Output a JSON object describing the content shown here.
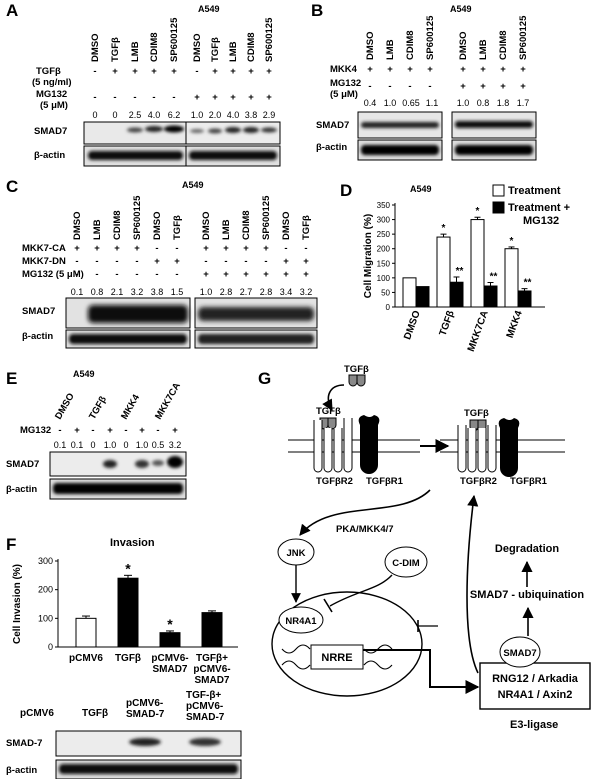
{
  "panel_A": {
    "letter": "A",
    "cell_line": "A549",
    "lanes_left": [
      "DMSO",
      "TGFβ",
      "LMB",
      "CDIM8",
      "SP600125"
    ],
    "lanes_right": [
      "DMSO",
      "TGFβ",
      "LMB",
      "CDIM8",
      "SP600125"
    ],
    "tgfb_label_1": "TGFβ",
    "tgfb_label_2": "(5 ng/ml)",
    "tgfb_signs_left": [
      "-",
      "+",
      "+",
      "+",
      "+"
    ],
    "tgfb_signs_right": [
      "-",
      "+",
      "+",
      "+",
      "+"
    ],
    "mg132_label_1": "MG132",
    "mg132_label_2": "(5 μM)",
    "mg132_signs_left": [
      "-",
      "-",
      "-",
      "-",
      "-"
    ],
    "mg132_signs_right": [
      "+",
      "+",
      "+",
      "+",
      "+"
    ],
    "values_left": [
      "0",
      "0",
      "2.5",
      "4.0",
      "6.2"
    ],
    "values_right": [
      "1.0",
      "2.0",
      "4.0",
      "3.8",
      "2.9"
    ],
    "row_smad7": "SMAD7",
    "row_actin": "β-actin"
  },
  "panel_B": {
    "letter": "B",
    "cell_line": "A549",
    "lanes_left": [
      "DMSO",
      "LMB",
      "CDIM8",
      "SP600125"
    ],
    "lanes_right": [
      "DMSO",
      "LMB",
      "CDIM8",
      "SP600125"
    ],
    "mkk4_label": "MKK4",
    "mkk4_signs_left": [
      "+",
      "+",
      "+",
      "+"
    ],
    "mkk4_signs_right": [
      "+",
      "+",
      "+",
      "+"
    ],
    "mg132_label_1": "MG132",
    "mg132_label_2": "(5 μM)",
    "mg132_signs_left": [
      "-",
      "-",
      "-",
      "-"
    ],
    "mg132_signs_right": [
      "+",
      "+",
      "+",
      "+"
    ],
    "values_left": [
      "0.4",
      "1.0",
      "0.65",
      "1.1"
    ],
    "values_right": [
      "1.0",
      "0.8",
      "1.8",
      "1.7"
    ],
    "row_smad7": "SMAD7",
    "row_actin": "β-actin"
  },
  "panel_C": {
    "letter": "C",
    "cell_line": "A549",
    "lanes_left": [
      "DMSO",
      "LMB",
      "CDIM8",
      "SP600125",
      "DMSO",
      "TGFβ"
    ],
    "lanes_right": [
      "DMSO",
      "LMB",
      "CDIM8",
      "SP600125",
      "DMSO",
      "TGFβ"
    ],
    "mkk7ca_label": "MKK7-CA",
    "mkk7ca_signs_left": [
      "+",
      "+",
      "+",
      "+",
      "-",
      "-"
    ],
    "mkk7ca_signs_right": [
      "+",
      "+",
      "+",
      "+",
      "-",
      "-"
    ],
    "mkk7dn_label": "MKK7-DN",
    "mkk7dn_signs_left": [
      "-",
      "-",
      "-",
      "-",
      "+",
      "+"
    ],
    "mkk7dn_signs_right": [
      "-",
      "-",
      "-",
      "-",
      "+",
      "+"
    ],
    "mg132_label": "MG132 (5 μM)",
    "mg132_signs_left": [
      "-",
      "-",
      "-",
      "-",
      "-",
      "-"
    ],
    "mg132_signs_right": [
      "+",
      "+",
      "+",
      "+",
      "+",
      "+"
    ],
    "values_left": [
      "0.1",
      "0.8",
      "2.1",
      "3.2",
      "3.8",
      "1.5"
    ],
    "values_right": [
      "1.0",
      "2.8",
      "2.7",
      "2.8",
      "3.4",
      "3.2"
    ],
    "row_smad7": "SMAD7",
    "row_actin": "β-actin"
  },
  "panel_D": {
    "letter": "D",
    "title": "A549",
    "legend_treatment": "Treatment",
    "legend_mg132_1": "Treatment +",
    "legend_mg132_2": "MG132",
    "asterisk": "*",
    "double_asterisk": "**"
  },
  "panel_E": {
    "letter": "E",
    "cell_line": "A549",
    "groups": [
      "DMSO",
      "TGFβ",
      "MKK4",
      "MKK7CA"
    ],
    "mg132_label": "MG132",
    "mg132_signs": [
      "-",
      "+",
      "-",
      "+",
      "-",
      "+",
      "-",
      "+"
    ],
    "values": [
      "0.1",
      "0.1",
      "0",
      "1.0",
      "0",
      "1.0",
      "0.5",
      "3.2"
    ],
    "row_smad7": "SMAD7",
    "row_actin": "β-actin"
  },
  "panel_F": {
    "letter": "F",
    "title": "Invasion",
    "lanes_blot": [
      "pCMV6",
      "TGFβ",
      "pCMV6-\nSMAD-7",
      "TGF-β+\npCMV6-\nSMAD-7"
    ],
    "row_smad7": "SMAD-7",
    "row_actin": "β-actin",
    "asterisk": "*"
  },
  "panel_G": {
    "letter": "G",
    "tgfb_ligand": "TGFβ",
    "tgfb_bound_left": "TGFβ",
    "tgfb_bound_right": "TGFβ",
    "receptor_r2": "TGFβR2",
    "receptor_r1": "TGFβR1",
    "receptor_r2_b": "TGFβR2",
    "receptor_r1_b": "TGFβR1",
    "kinase": "PKA/MKK4/7",
    "jnk": "JNK",
    "cdim": "C-DIM",
    "nr4a1": "NR4A1",
    "nrre": "NRRE",
    "e3_line1": "RNG12 / Arkadia",
    "e3_line2": "NR4A1 / Axin2",
    "e3_label": "E3-ligase",
    "smad7": "SMAD7",
    "ubiq": "SMAD7 - ubiquination",
    "degradation": "Degradation"
  },
  "chart_data": [
    {
      "type": "bar",
      "title": "A549",
      "ylabel": "Cell Migration (%)",
      "categories": [
        "DMSO",
        "TGFβ",
        "MKK7CA",
        "MKK4"
      ],
      "series": [
        {
          "name": "Treatment",
          "values": [
            100,
            240,
            300,
            200
          ],
          "errors": [
            0,
            10,
            8,
            6
          ],
          "color": "#ffffff"
        },
        {
          "name": "Treatment + MG132",
          "values": [
            70,
            85,
            72,
            55
          ],
          "errors": [
            0,
            18,
            12,
            8
          ],
          "color": "#000000"
        }
      ],
      "significance_treatment": [
        "",
        "*",
        "*",
        "*"
      ],
      "significance_mg132": [
        "",
        "**",
        "**",
        "**"
      ],
      "ylim": [
        0,
        350
      ],
      "yticks": [
        "0",
        "50",
        "100",
        "150",
        "200",
        "250",
        "300",
        "350"
      ],
      "legend": "top-right",
      "grid": false
    },
    {
      "type": "bar",
      "title": "Invasion",
      "ylabel": "Cell Invasion (%)",
      "categories": [
        "pCMV6",
        "TGFβ",
        "pCMV6-\nSMAD7",
        "TGFβ+\npCMV6-\nSMAD7"
      ],
      "values": [
        100,
        240,
        50,
        120
      ],
      "errors": [
        8,
        10,
        6,
        6
      ],
      "colors": [
        "#ffffff",
        "#000000",
        "#000000",
        "#000000"
      ],
      "significance": [
        "",
        "*",
        "*",
        ""
      ],
      "ylim": [
        0,
        300
      ],
      "yticks": [
        "0",
        "100",
        "200",
        "300"
      ],
      "grid": false
    }
  ]
}
